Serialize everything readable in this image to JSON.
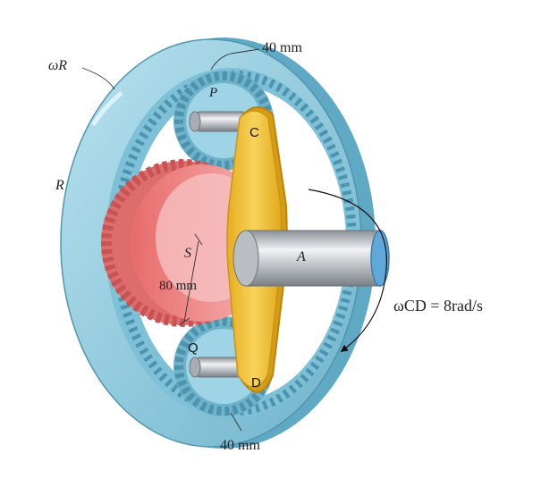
{
  "labels": {
    "omega_r": "ωR",
    "top_dim": "40 mm",
    "bottom_dim": "40 mm",
    "ring": "R",
    "planet_p": "P",
    "planet_q": "Q",
    "sun": "S",
    "sun_radius": "80 mm",
    "arm_c": "C",
    "arm_d": "D",
    "shaft": "A",
    "omega_cd": "ωCD = 8rad/s"
  },
  "colors": {
    "ring_face": "#9fd3e6",
    "ring_side": "#6fb6cf",
    "ring_inner": "#5aa6c3",
    "sun": "#f08a8a",
    "sun_face": "#f6b3b3",
    "planet": "#8fc7df",
    "arm": "#f2c233",
    "arm_edge": "#c8951a",
    "shaft": "#c7cbd0",
    "shaft_end": "#5fa8d8"
  }
}
